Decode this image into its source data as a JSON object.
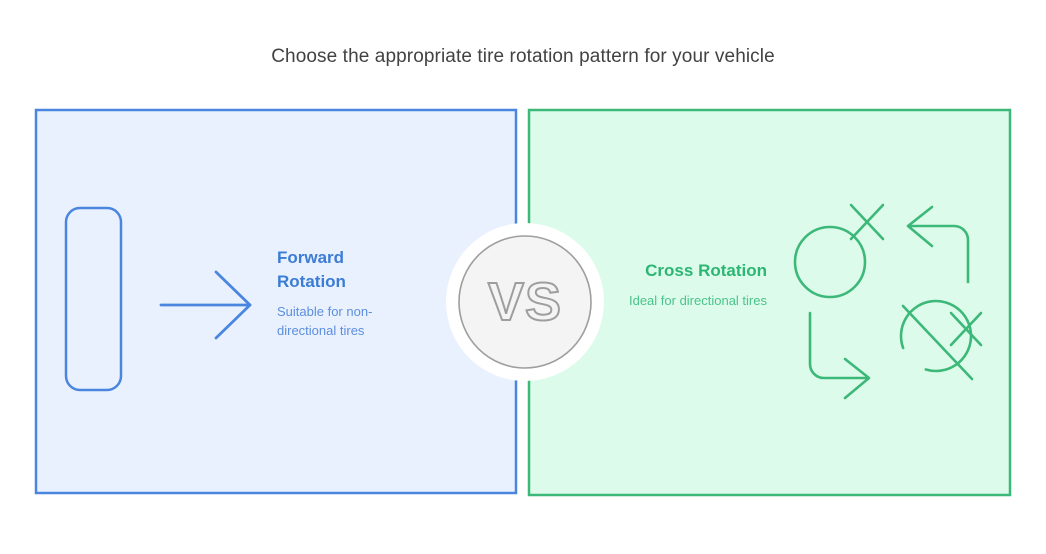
{
  "page": {
    "title": "Choose the appropriate tire rotation pattern for your vehicle",
    "background_color": "#ffffff"
  },
  "comparison": {
    "versus_label": "VS",
    "left_panel": {
      "name": "forward-rotation",
      "title": "Forward Rotation",
      "title_line_1": "Forward",
      "title_line_2": "Rotation",
      "subtitle": "Suitable for non-directional tires",
      "accent_color": "#4a86e0",
      "border_color": "#4a86e0",
      "fill_color": "#eaf1fe",
      "title_color": "#3b7cd4",
      "subtitle_color": "#5b8fde",
      "icons": [
        {
          "name": "tire-outline-icon",
          "shape": "rounded-rectangle"
        },
        {
          "name": "forward-arrow-icon",
          "shape": "straight-arrow-right"
        }
      ]
    },
    "right_panel": {
      "name": "cross-rotation",
      "title": "Cross Rotation",
      "subtitle": "Ideal for directional tires",
      "accent_color": "#3cb878",
      "border_color": "#3cb878",
      "fill_color": "#ddfbeb",
      "title_color": "#2bb673",
      "subtitle_color": "#49c48a",
      "icons": [
        {
          "name": "circle-cross-icon",
          "shape": "circle-with-x"
        },
        {
          "name": "cross-arrow-left-icon",
          "shape": "elbow-arrow-left"
        },
        {
          "name": "cross-arrow-right-icon",
          "shape": "elbow-arrow-right"
        },
        {
          "name": "slashed-circle-cross-icon",
          "shape": "slashed-circle-with-x"
        }
      ]
    },
    "badge": {
      "name": "versus-badge",
      "ring_fill": "#ffffff",
      "inner_fill": "#f4f4f4",
      "inner_stroke": "#9e9e9e",
      "text_stroke": "#9e9e9e"
    }
  }
}
